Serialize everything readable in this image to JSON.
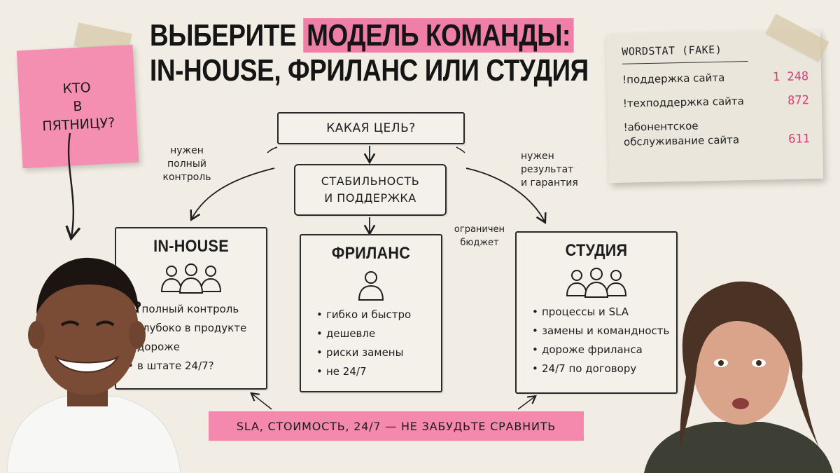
{
  "title": {
    "line1_plain": "ВЫБЕРИТЕ",
    "line1_highlight": "МОДЕЛЬ КОМАНДЫ:",
    "line2": "IN-HOUSE, ФРИЛАНС ИЛИ СТУДИЯ"
  },
  "sticky_note": {
    "lines": [
      "КТО",
      "В",
      "ПЯТНИЦУ?"
    ]
  },
  "wordstat": {
    "title": "WORDSTAT (FAKE)",
    "rows": [
      {
        "query": "!поддержка сайта",
        "count": "1 248"
      },
      {
        "query": "!техподдержка сайта",
        "count": "872"
      },
      {
        "query_lines": [
          "!абонентское",
          "обслуживание сайта"
        ],
        "count": "611"
      }
    ]
  },
  "flow": {
    "goal": "КАКАЯ ЦЕЛЬ?",
    "center": [
      "СТАБИЛЬНОСТЬ",
      "И ПОДДЕРЖКА"
    ],
    "left_note": [
      "нужен",
      "полный",
      "контроль"
    ],
    "right_note": [
      "нужен",
      "результат",
      "и гарантия"
    ],
    "budget_note": [
      "ограничен",
      "бюджет"
    ]
  },
  "cards": {
    "inhouse": {
      "title": "IN-HOUSE",
      "marks": "???",
      "items": [
        "полный контроль",
        "глубоко в продукте",
        "дороже",
        "в штате 24/7?"
      ]
    },
    "freelance": {
      "title": "ФРИЛАНС",
      "items": [
        "гибко и быстро",
        "дешевле",
        "риски замены",
        "не 24/7"
      ]
    },
    "studio": {
      "title": "СТУДИЯ",
      "items": [
        "процессы и SLA",
        "замены и командность",
        "дороже фриланса",
        "24/7 по договору"
      ]
    }
  },
  "banner": "SLA, СТОИМОСТЬ, 24/7 — НЕ ЗАБУДЬТЕ СРАВНИТЬ",
  "colors": {
    "accent_pink": "#f07fa8",
    "number_pink": "#d63f74",
    "paper": "#f1ede4",
    "ink": "#1d1d1d"
  }
}
